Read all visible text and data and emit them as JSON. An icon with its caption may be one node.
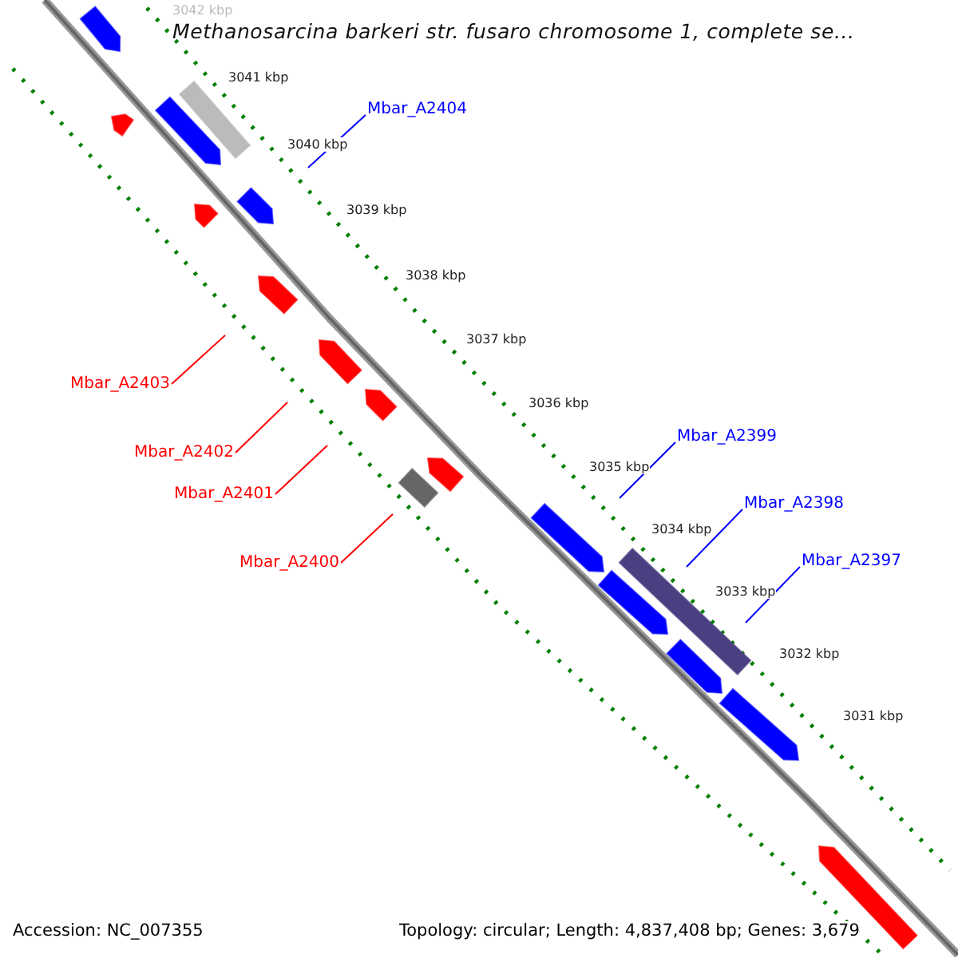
{
  "diagram": {
    "title": "Methanosarcina barkeri str. fusaro chromosome 1, complete se...",
    "nodes": [
      {
        "text": [
          "Mbar_A2404"
        ]
      },
      {
        "text": [
          "Mbar_A2403"
        ]
      },
      {
        "text": [
          "Mbar_A2399"
        ]
      },
      {
        "text": [
          "Mbar_A2402"
        ]
      },
      {
        "text": [
          "Mbar_A2401"
        ]
      },
      {
        "text": [
          "Mbar_A2398"
        ]
      },
      {
        "text": [
          "Mbar_A2397"
        ]
      },
      {
        "text": [
          "Mbar_A2400"
        ]
      }
    ],
    "edges": [
      {
        "from": 0,
        "to": null,
        "arrow": "none",
        "color": "#0000ff"
      },
      {
        "from": 1,
        "to": null,
        "arrow": "none",
        "color": "#ff0000"
      },
      {
        "from": 2,
        "to": null,
        "arrow": "none",
        "color": "#0000ff"
      },
      {
        "from": 3,
        "to": null,
        "arrow": "none",
        "color": "#ff0000"
      },
      {
        "from": 4,
        "to": null,
        "arrow": "none",
        "color": "#ff0000"
      },
      {
        "from": 5,
        "to": null,
        "arrow": "none",
        "color": "#0000ff"
      },
      {
        "from": 6,
        "to": null,
        "arrow": "none",
        "color": "#0000ff"
      },
      {
        "from": 7,
        "to": null,
        "arrow": "none",
        "color": "#ff0000"
      }
    ],
    "labels": [
      "3042 kbp",
      "3041 kbp",
      "3040 kbp",
      "3039 kbp",
      "3038 kbp",
      "3037 kbp",
      "3036 kbp",
      "3035 kbp",
      "3034 kbp",
      "3033 kbp",
      "3032 kbp",
      "3031 kbp",
      "Accession: NC_007355",
      "Topology: circular; Length: 4,837,408 bp; Genes: 3,679"
    ]
  }
}
